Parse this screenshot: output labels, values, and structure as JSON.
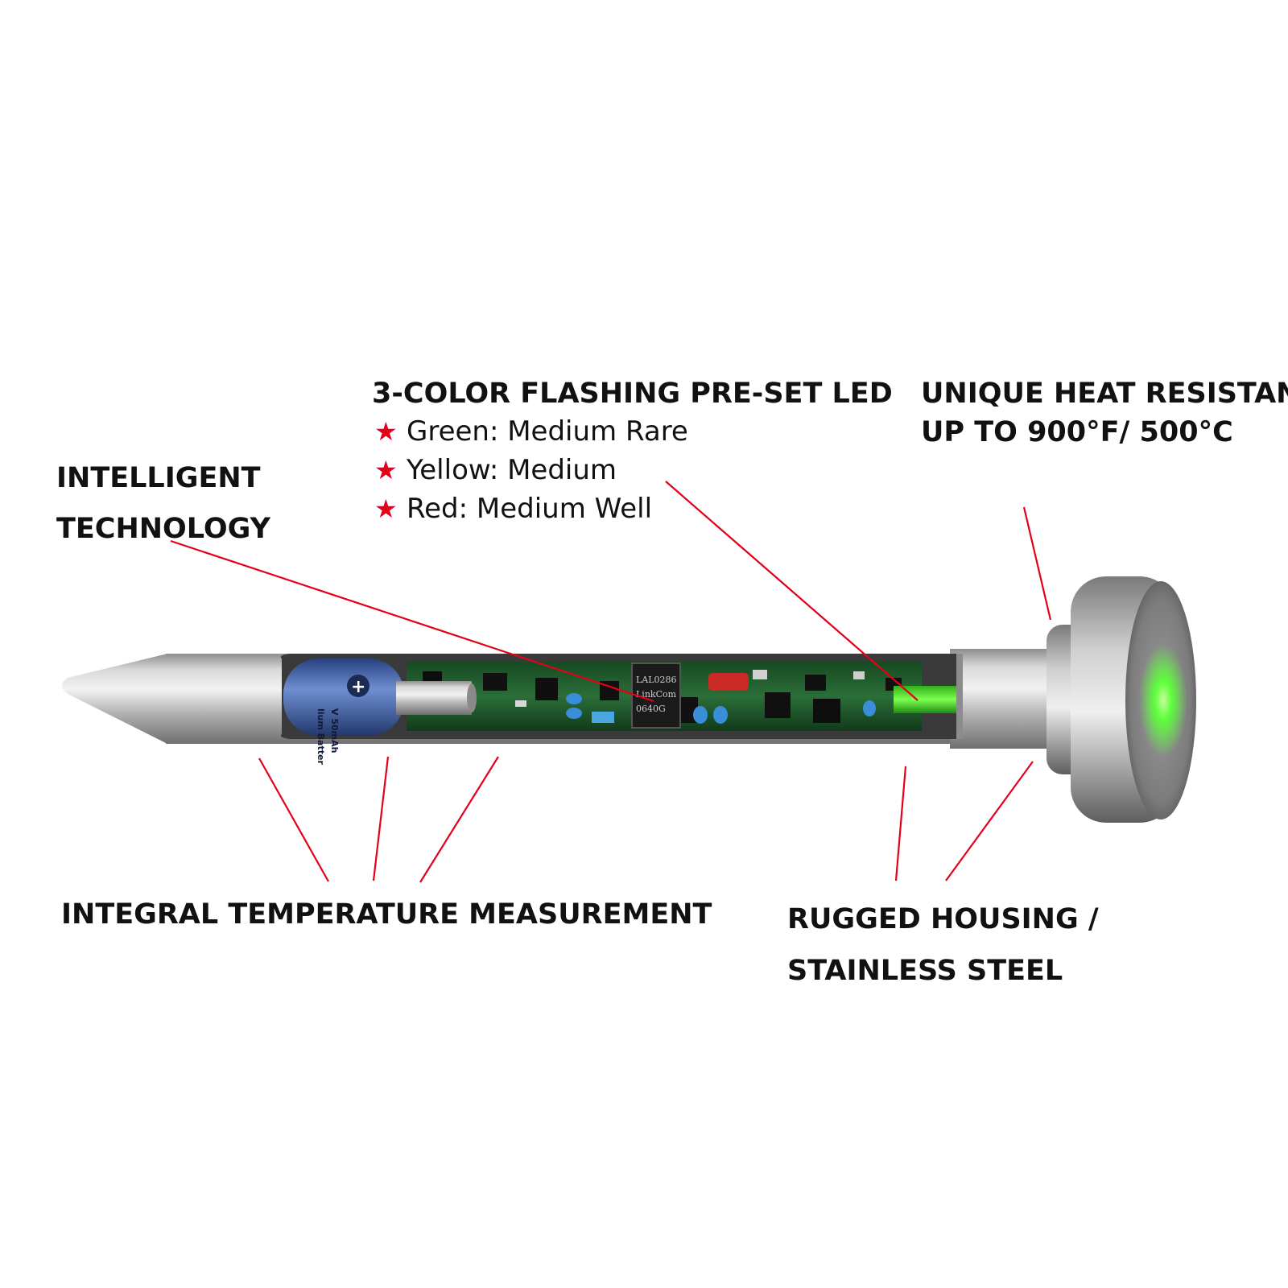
{
  "colors": {
    "callout_line": "#e3001b",
    "star": "#e3001b",
    "text": "#111111",
    "steel": "#b9b9b9",
    "pcb": "#1f5a2c",
    "battery": "#3d5fa8",
    "led_glow": "#5cff3a"
  },
  "labels": {
    "led": {
      "title": "3-COLOR FLASHING PRE-SET LED",
      "items": [
        {
          "icon": "star-icon",
          "glyph": "★",
          "text": "Green: Medium Rare"
        },
        {
          "icon": "star-icon",
          "glyph": "★",
          "text": "Yellow: Medium"
        },
        {
          "icon": "star-icon",
          "glyph": "★",
          "text": "Red: Medium Well"
        }
      ]
    },
    "heat": {
      "line1": "UNIQUE HEAT RESISTANCE",
      "line2": "UP TO 900°F/ 500°C"
    },
    "intelligent": {
      "line1": "INTELLIGENT",
      "line2": "TECHNOLOGY"
    },
    "integral": {
      "line1": "INTEGRAL TEMPERATURE MEASUREMENT"
    },
    "rugged": {
      "line1": "RUGGED HOUSING /",
      "line2": "STAINLESS STEEL"
    }
  },
  "product": {
    "battery_text": [
      "lium Batter",
      "V 50mAh"
    ],
    "chip_text": [
      "LAL0286",
      "LinkCom",
      "0640G"
    ]
  }
}
